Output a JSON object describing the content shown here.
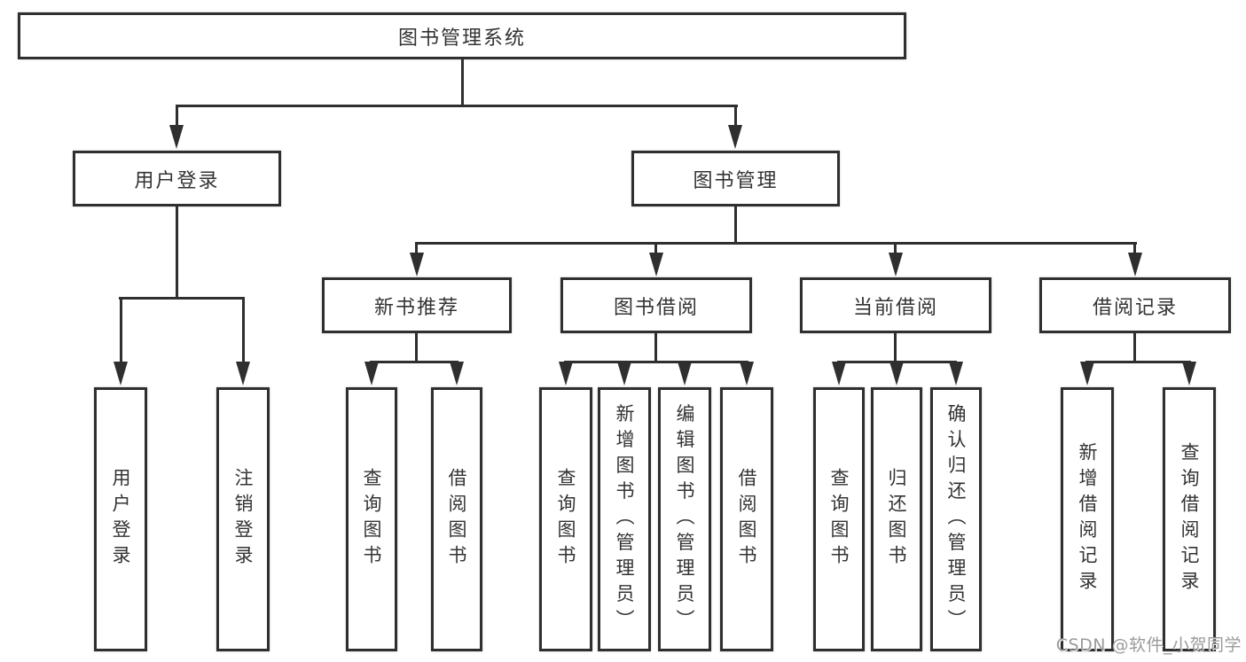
{
  "tree": {
    "root": {
      "label": "图书管理系统"
    },
    "login": {
      "label": "用户登录",
      "children": [
        {
          "label": "用户登录"
        },
        {
          "label": "注销登录"
        }
      ]
    },
    "mgmt": {
      "label": "图书管理",
      "children": [
        {
          "label": "新书推荐",
          "children": [
            {
              "label": "查询图书"
            },
            {
              "label": "借阅图书"
            }
          ]
        },
        {
          "label": "图书借阅",
          "children": [
            {
              "label": "查询图书"
            },
            {
              "label": "新增图书（管理员）"
            },
            {
              "label": "编辑图书（管理员）"
            },
            {
              "label": "借阅图书"
            }
          ]
        },
        {
          "label": "当前借阅",
          "children": [
            {
              "label": "查询图书"
            },
            {
              "label": "归还图书"
            },
            {
              "label": "确认归还（管理员）"
            }
          ]
        },
        {
          "label": "借阅记录",
          "children": [
            {
              "label": "新增借阅记录"
            },
            {
              "label": "查询借阅记录"
            }
          ]
        }
      ]
    }
  },
  "watermark": {
    "text": "CSDN @软件_小贺同学"
  },
  "colors": {
    "line": "#2f2f2f",
    "text": "#333333",
    "background": "#ffffff",
    "watermark": "#9b9b9b"
  }
}
